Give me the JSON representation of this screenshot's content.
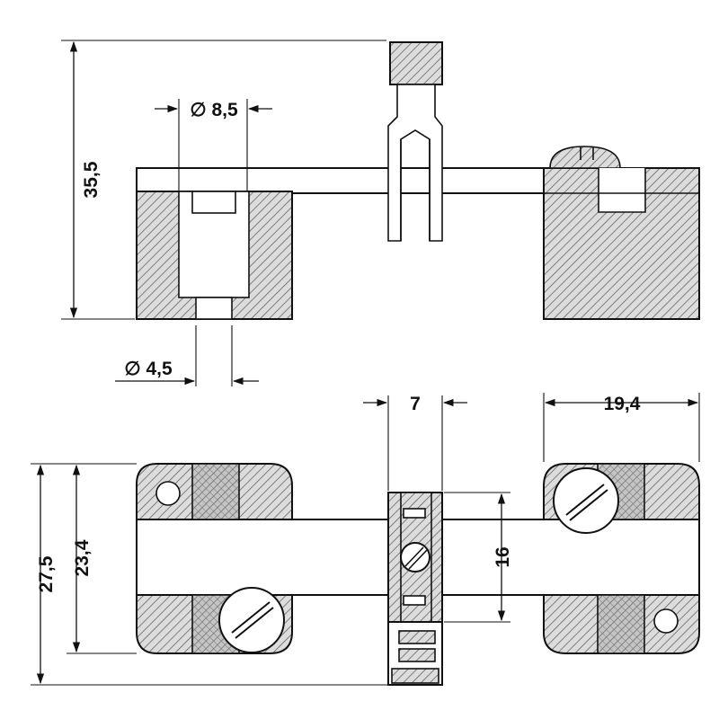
{
  "dimensions": {
    "height_total": "35,5",
    "hole_diameter_large": "∅ 8,5",
    "hole_diameter_small": "∅ 4,5",
    "bridge_width": "7",
    "block_width": "19,4",
    "bridge_length": "16",
    "outer_height": "27,5",
    "inner_height": "23,4"
  },
  "colors": {
    "line": "#111111",
    "hatch": "#555555",
    "body_fill": "#d9d9d9",
    "insulator_fill": "#bfbfbf",
    "background": "#ffffff"
  }
}
